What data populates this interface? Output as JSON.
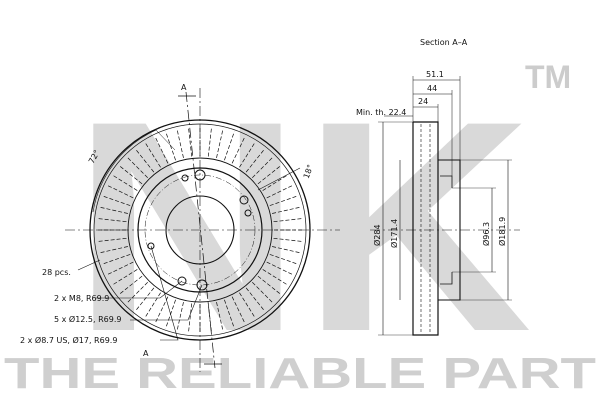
{
  "watermark": {
    "logo_text": "NK",
    "trademark": "TM",
    "slogan": "THE RELIABLE PART"
  },
  "section_view": {
    "title": "Section A–A",
    "dims": {
      "width_overall": "51.1",
      "width_hub": "44",
      "width_flange": "24",
      "min_thickness": "Min. th. 22.4",
      "diameter_outer": "Ø284",
      "diameter_inner": "Ø171.4",
      "diameter_center": "Ø96.3",
      "diameter_hat": "Ø181.9"
    }
  },
  "front_view": {
    "section_marker": "A",
    "angle_72": "72°",
    "angle_18": "18°",
    "vanes_callout": "28 pcs.",
    "holes": [
      "2 x M8, R69.9",
      "5 x Ø12.5, R69.9",
      "2 x Ø8.7 US, Ø17, R69.9"
    ]
  }
}
